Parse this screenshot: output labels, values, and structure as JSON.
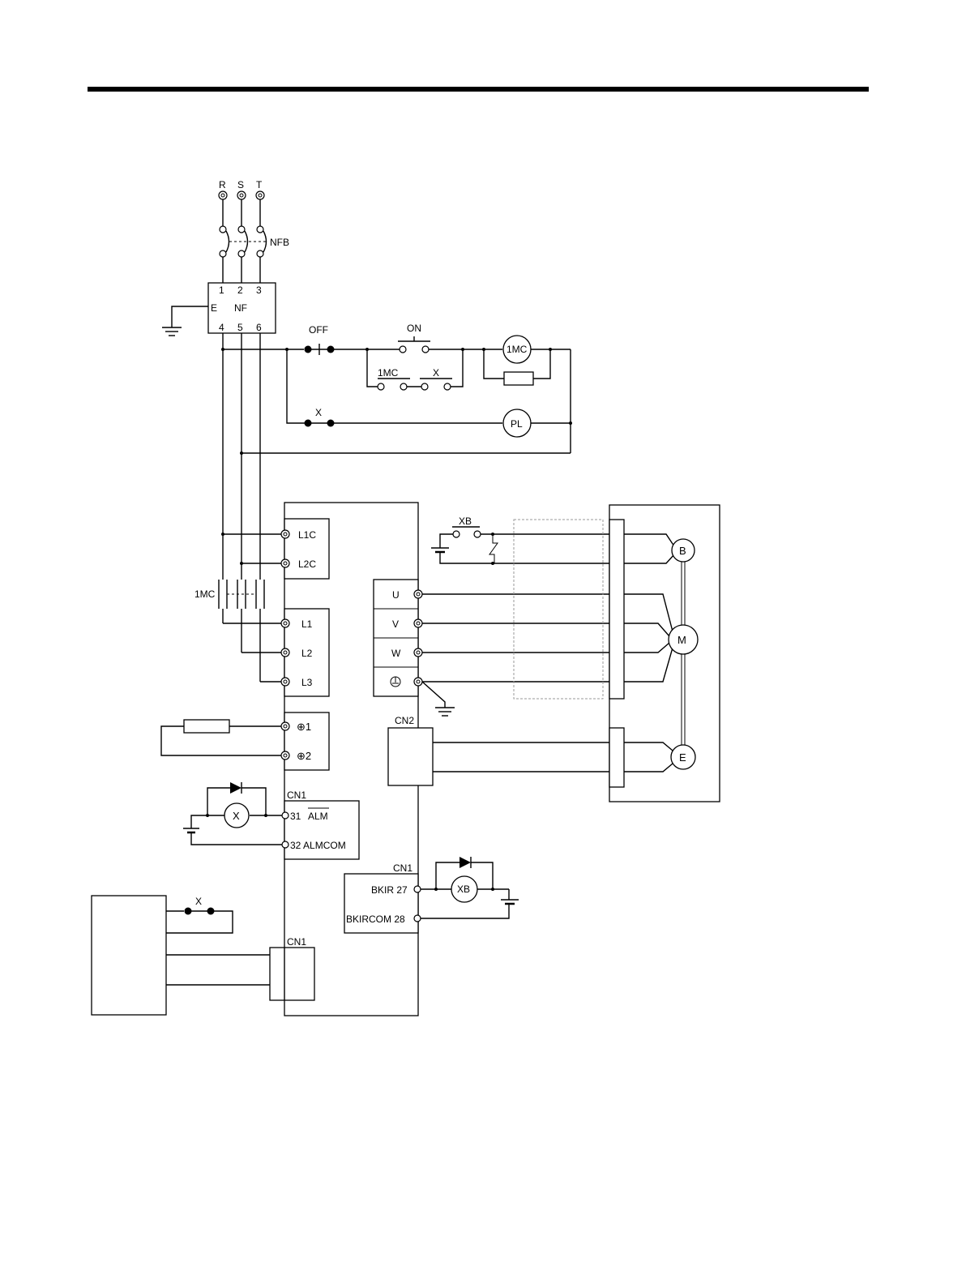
{
  "labels": {
    "phase_r": "R",
    "phase_s": "S",
    "phase_t": "T",
    "nfb": "NFB",
    "nf_1": "1",
    "nf_2": "2",
    "nf_3": "3",
    "nf_e": "E",
    "nf": "NF",
    "nf_4": "4",
    "nf_5": "5",
    "nf_6": "6",
    "off": "OFF",
    "on": "ON",
    "coil_1mc": "1MC",
    "contact_1mc": "1MC",
    "contact_x_seal": "X",
    "contact_x_pl": "X",
    "pl": "PL",
    "xb_contact": "XB",
    "brake": "B",
    "motor": "M",
    "encoder": "E",
    "l1c": "L1C",
    "l2c": "L2C",
    "mc_main": "1MC",
    "l1": "L1",
    "l2": "L2",
    "l3": "L3",
    "u": "U",
    "v": "V",
    "w": "W",
    "p1": "⊕1",
    "p2": "⊕2",
    "cn2": "CN2",
    "cn1_alm": "CN1",
    "alm_num": "31",
    "alm": "ALM",
    "almcom": "32  ALMCOM",
    "relay_x": "X",
    "cn1_bk": "CN1",
    "bkir": "BKIR 27",
    "bkircom": "BKIRCOM 28",
    "relay_xb": "XB",
    "ctrl_x": "X",
    "cn1_ctrl": "CN1"
  }
}
